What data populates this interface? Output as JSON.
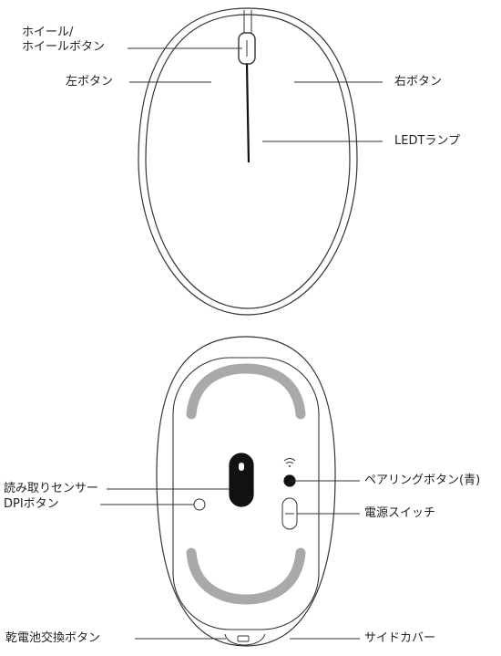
{
  "labels": {
    "wheel_line1": "ホイール/",
    "wheel_line2": "ホイールボタン",
    "left_button": "左ボタン",
    "right_button": "右ボタン",
    "led_lamp": "LEDTランプ",
    "sensor": "読み取りセンサー",
    "dpi_button": "DPIボタン",
    "pairing_button": "ペアリングボタン(青)",
    "power_switch": "電源スイッチ",
    "battery_button": "乾電池交換ボタン",
    "side_cover": "サイドカバー"
  },
  "colors": {
    "outline": "#333333",
    "foot_pad": "#a9a9a9",
    "sensor": "#111111",
    "wheel_fill": "#ffffff"
  }
}
